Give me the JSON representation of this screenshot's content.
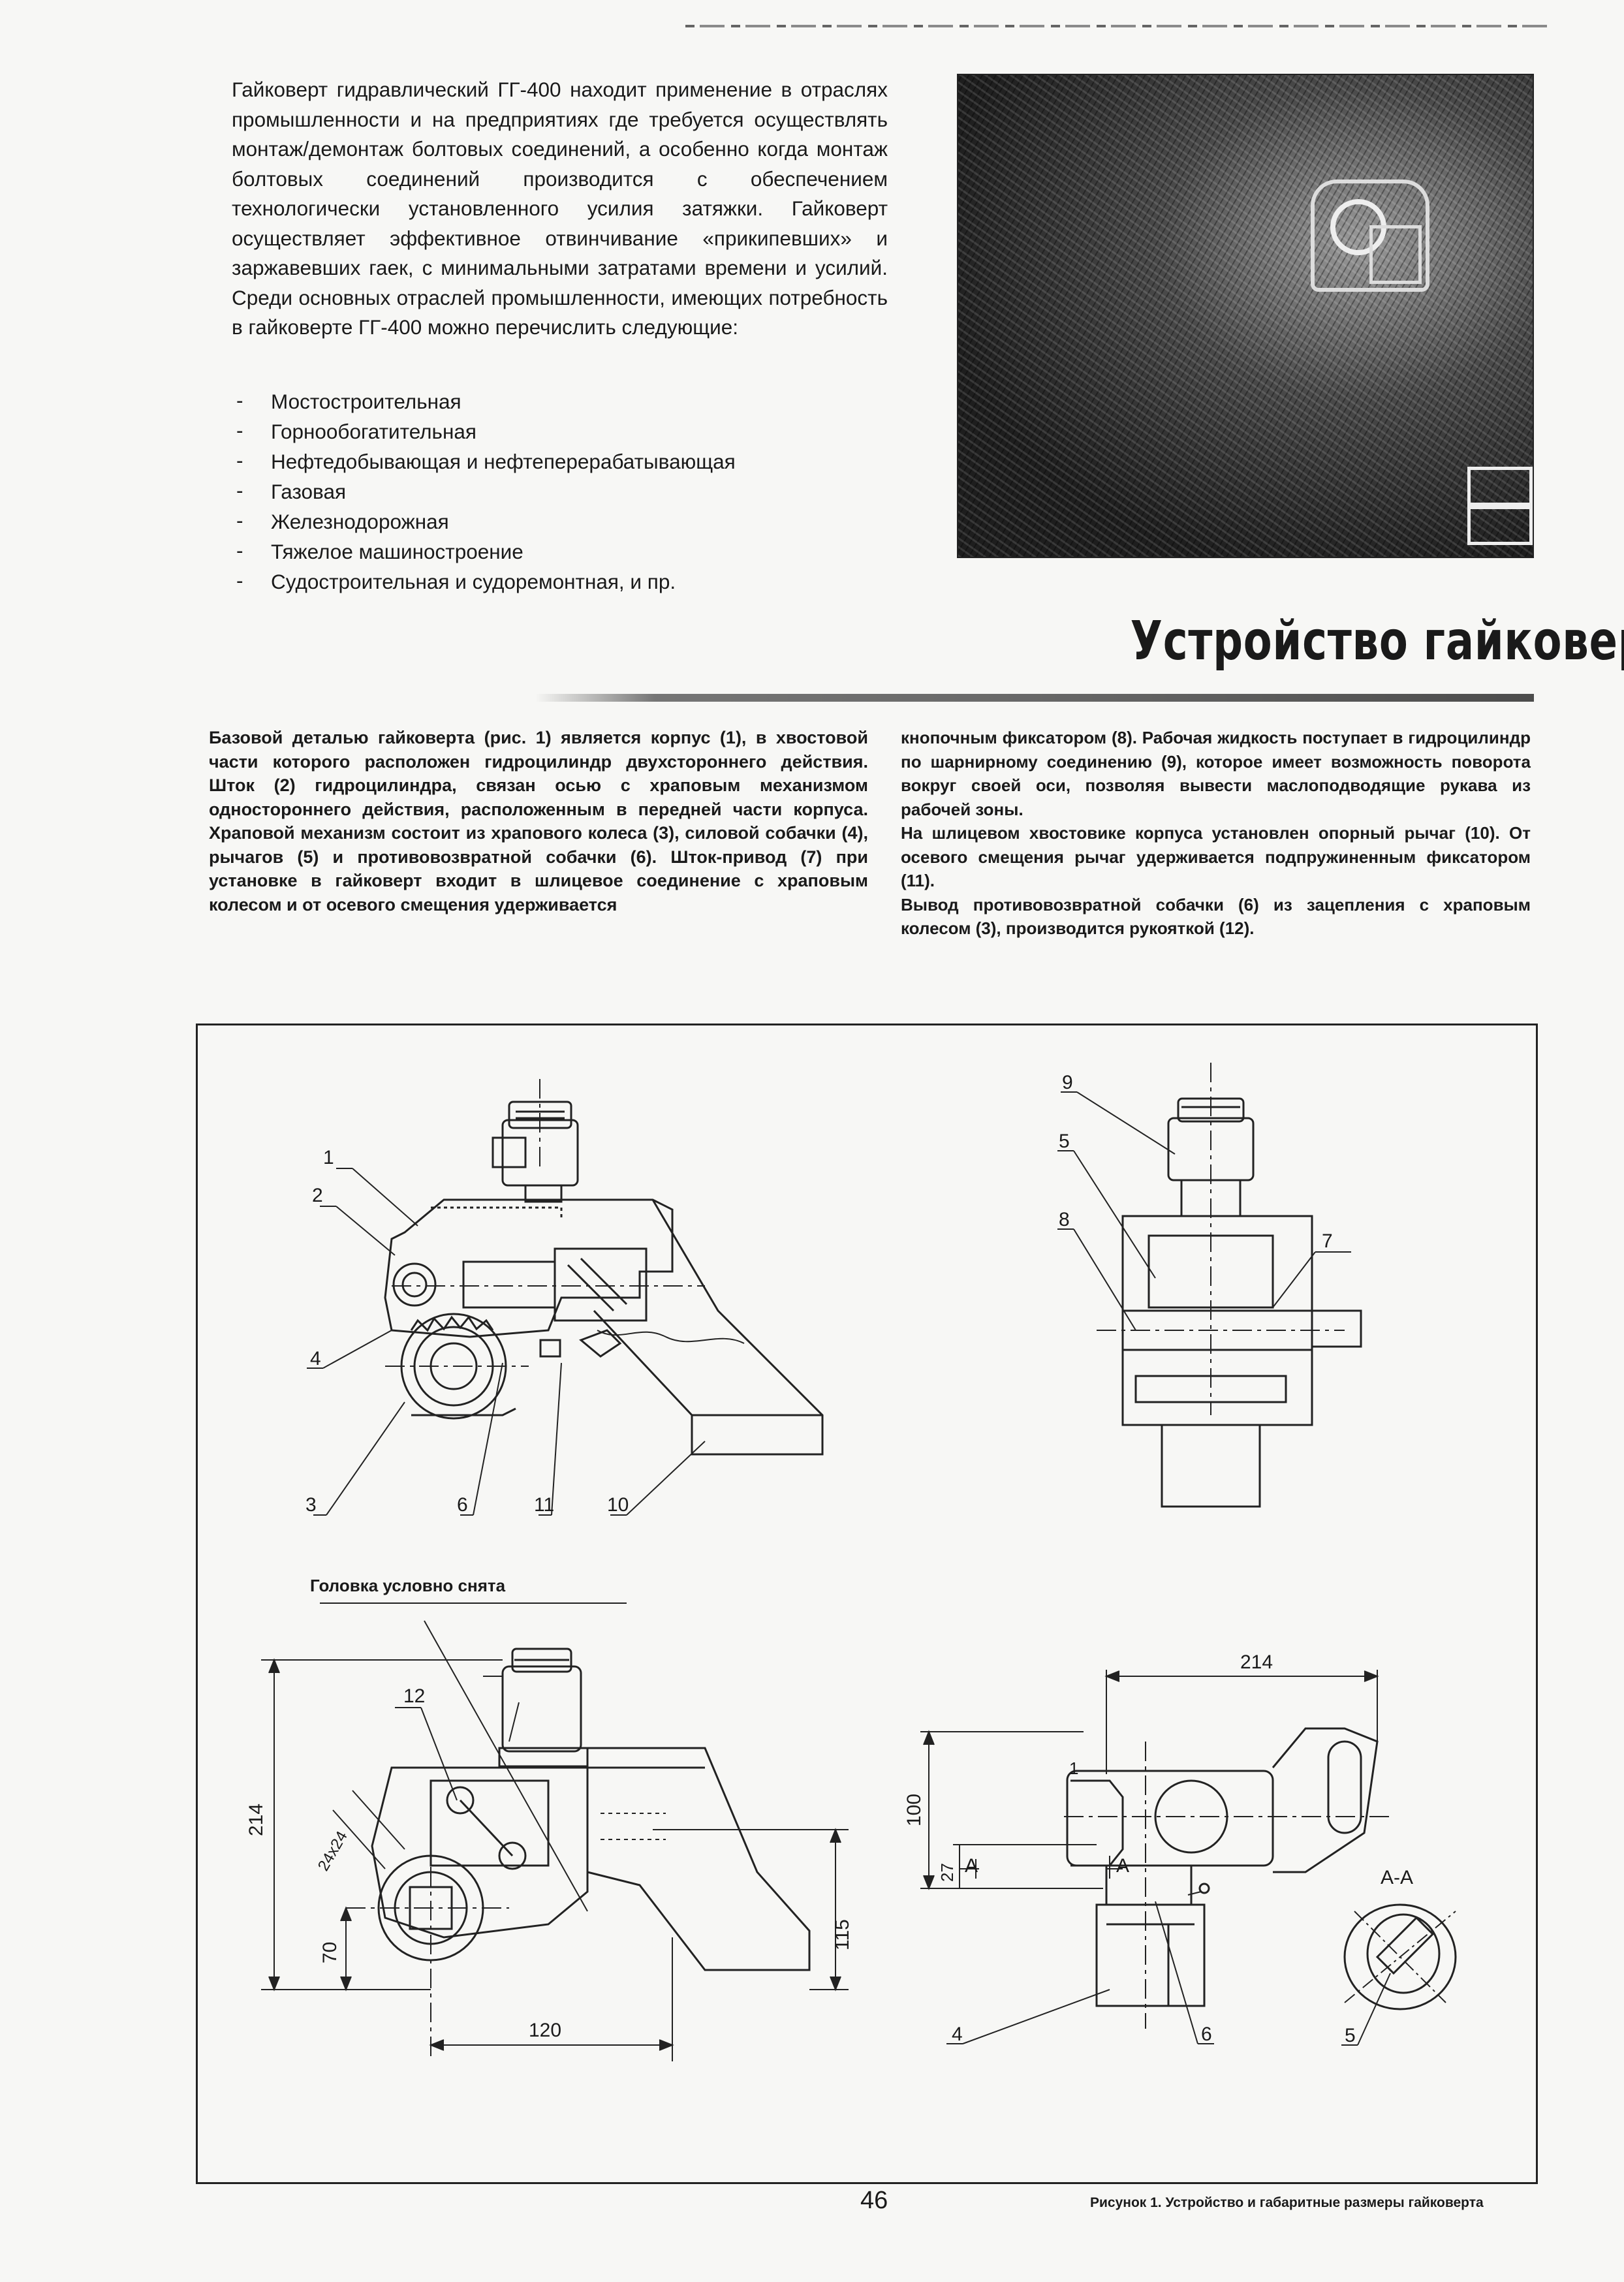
{
  "intro": {
    "paragraph": "Гайковерт гидравлический ГГ-400 находит применение в отраслях промышленности и на предприятиях где требуется осуществлять монтаж/демонтаж болтовых соединений, а особенно когда монтаж болтовых соединений производится с обеспечением технологически установленного усилия затяжки. Гайковерт осуществляет эффективное отвинчивание «прикипевших» и заржавевших гаек, с минимальными затратами времени и усилий. Среди основных отраслей промышленности, имеющих потребность в гайковерте ГГ-400 можно перечислить следующие:",
    "industries": [
      "Мостостроительная",
      "Горнообогатительная",
      "Нефтедобывающая и нефтеперерабатывающая",
      "Газовая",
      "Железнодорожная",
      "Тяжелое машиностроение",
      "Судостроительная и судоремонтная, и пр."
    ]
  },
  "section": {
    "heading": "Устройство гайковерта",
    "left_column": "Базовой деталью гайковерта (рис. 1) является корпус (1), в хвостовой части которого расположен гидроцилиндр двухстороннего действия. Шток (2) гидроцилиндра, связан осью с храповым механизмом одностороннего действия, расположенным в передней части корпуса. Храповой механизм состоит из храпового колеса (3), силовой собачки (4), рычагов (5) и противовозвратной собачки (6). Шток-привод (7) при установке в гайковерт входит в шлицевое соединение с храповым колесом и от осевого смещения удерживается",
    "right_column": [
      "кнопочным фиксатором (8). Рабочая жидкость поступает в гидроцилиндр по шарнирному соединению (9), которое имеет возможность поворота вокруг своей оси, позволяя вывести маслоподводящие рукава из рабочей зоны.",
      "На шлицевом хвостовике корпуса установлен опорный рычаг (10). От осевого смещения рычаг удерживается подпружиненным фиксатором (11).",
      "Вывод противовозвратной собачки (6) из зацепления с храповым колесом (3), производится рукояткой (12)."
    ]
  },
  "figure": {
    "callouts_top_left": [
      "1",
      "2",
      "4",
      "3",
      "6",
      "11",
      "10"
    ],
    "callouts_top_right": [
      "9",
      "5",
      "8",
      "7"
    ],
    "callouts_bottom_left": [
      "12"
    ],
    "callouts_bottom_right": [
      "1",
      "4",
      "6",
      "5"
    ],
    "note_head_removed": "Головка условно снята",
    "dim_214_vertical": "214",
    "dim_24x24": "24х24",
    "dim_70": "70",
    "dim_120": "120",
    "dim_115": "115",
    "dim_214_horizontal": "214",
    "dim_100": "100",
    "dim_27": "27",
    "section_a": "А",
    "section_aa": "А-А",
    "caption": "Рисунок 1. Устройство и габаритные размеры гайковерта"
  },
  "page": {
    "number": "46"
  }
}
